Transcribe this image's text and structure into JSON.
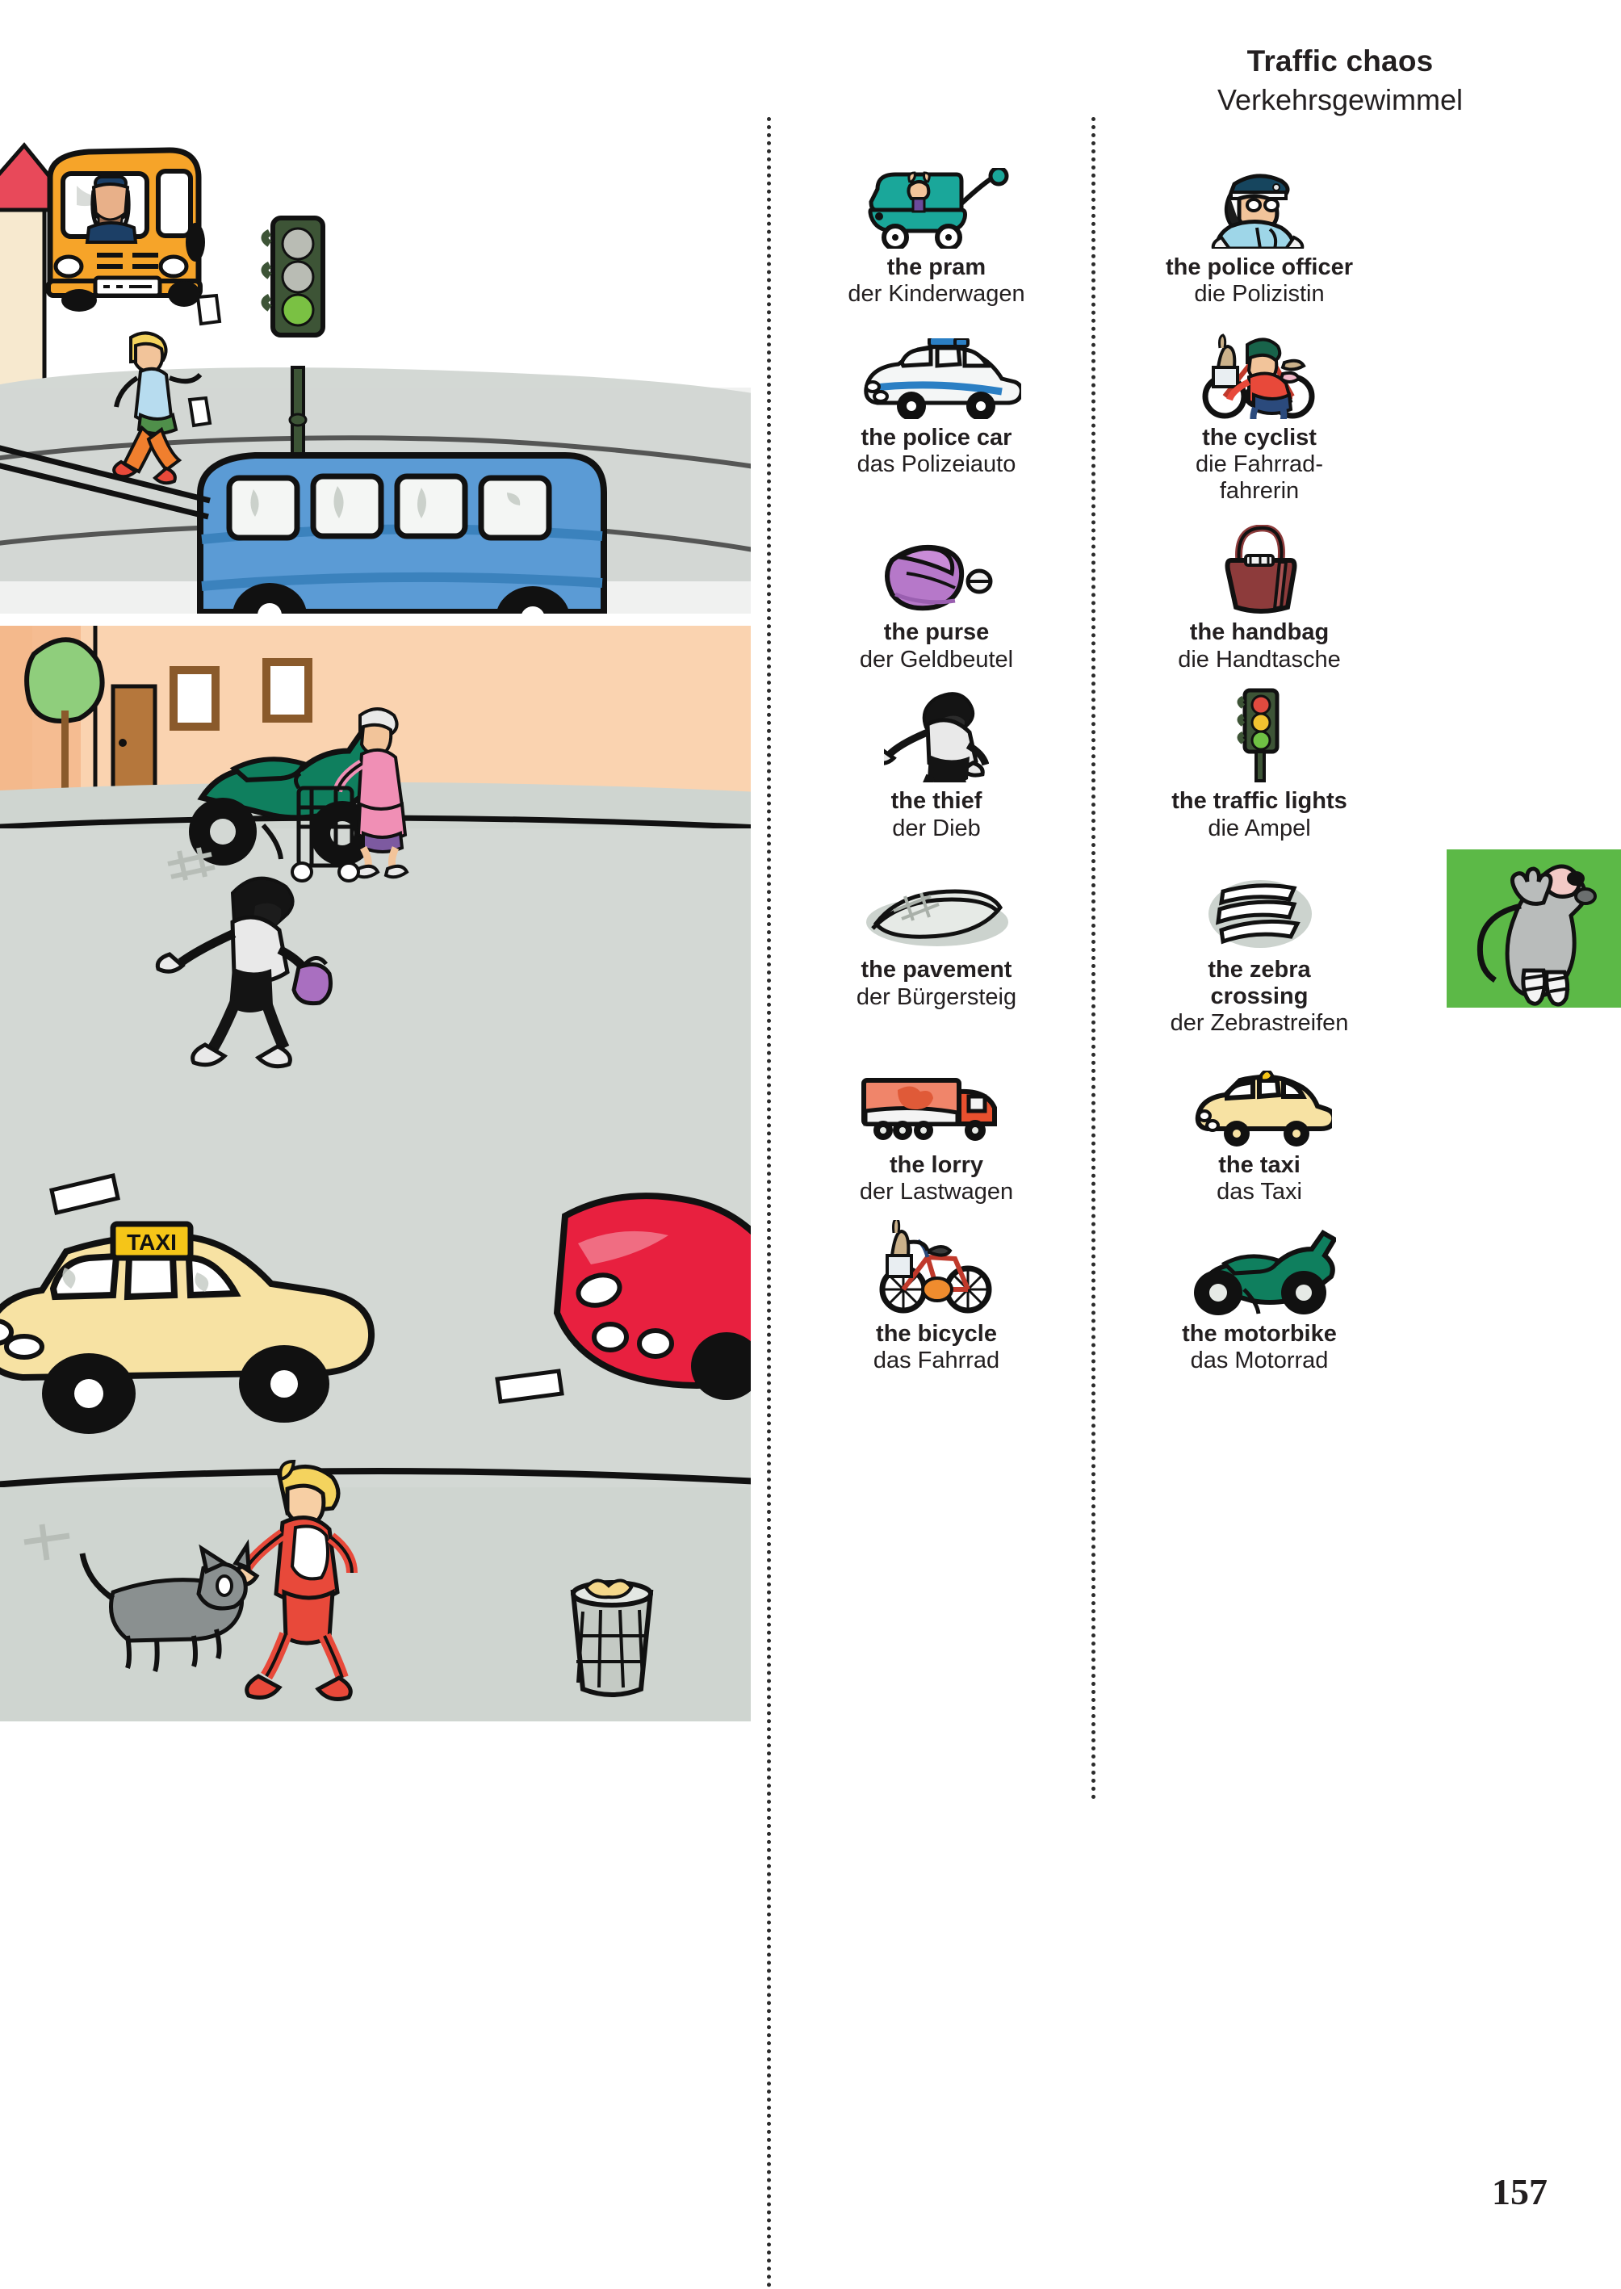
{
  "header": {
    "title_en": "Traffic chaos",
    "title_de": "Verkehrsgewimmel"
  },
  "page_number": "157",
  "colors": {
    "mouse_tab_green": "#5cb947",
    "text": "#231f20",
    "road_grey": "#d3d8d4",
    "bus_orange": "#f6a429",
    "bus_blue": "#5b9bd5",
    "building_peach": "#fad3b0",
    "taxi_yellow": "#f7e2a3",
    "car_red": "#e8203f",
    "motorbike_green": "#0f7f5e",
    "traffic_light_body": "#3d5436"
  },
  "illustration": {
    "alt": "street scene with buses, taxi, red car, thief, old lady, girl with cat",
    "elements": [
      "orange-bus",
      "bus-driver",
      "traffic-lights",
      "running-boy",
      "blue-bus",
      "building-with-tree",
      "green-motorbike",
      "old-lady-with-walker",
      "thief-running",
      "yellow-taxi",
      "red-car",
      "girl-with-cat",
      "waste-bin"
    ],
    "taxi_sign_label": "TAXI"
  },
  "vocabulary": {
    "rows": [
      {
        "left": {
          "icon": "pram-icon",
          "en": "the pram",
          "de": "der Kinderwagen"
        },
        "right": {
          "icon": "police-officer-icon",
          "en": "the police officer",
          "de": "die Polizistin"
        }
      },
      {
        "left": {
          "icon": "police-car-icon",
          "en": "the police car",
          "de": "das Polizeiauto"
        },
        "right": {
          "icon": "cyclist-icon",
          "en": "the cyclist",
          "de": "die Fahrrad-\nfahrerin"
        }
      },
      {
        "left": {
          "icon": "purse-icon",
          "en": "the purse",
          "de": "der Geldbeutel"
        },
        "right": {
          "icon": "handbag-icon",
          "en": "the handbag",
          "de": "die Handtasche"
        }
      },
      {
        "left": {
          "icon": "thief-icon",
          "en": "the thief",
          "de": "der Dieb"
        },
        "right": {
          "icon": "traffic-lights-icon",
          "en": "the traffic lights",
          "de": "die Ampel"
        }
      },
      {
        "left": {
          "icon": "pavement-icon",
          "en": "the pavement",
          "de": "der Bürgersteig"
        },
        "right": {
          "icon": "zebra-crossing-icon",
          "en": "the zebra\ncrossing",
          "de": "der Zebrastreifen"
        }
      },
      {
        "left": {
          "icon": "lorry-icon",
          "en": "the lorry",
          "de": "der Lastwagen"
        },
        "right": {
          "icon": "taxi-icon",
          "en": "the taxi",
          "de": "das Taxi"
        }
      },
      {
        "left": {
          "icon": "bicycle-icon",
          "en": "the bicycle",
          "de": "das Fahrrad"
        },
        "right": {
          "icon": "motorbike-icon",
          "en": "the motorbike",
          "de": "das Motorrad"
        }
      }
    ]
  },
  "mouse_tab": {
    "icon": "mouse-icon"
  }
}
